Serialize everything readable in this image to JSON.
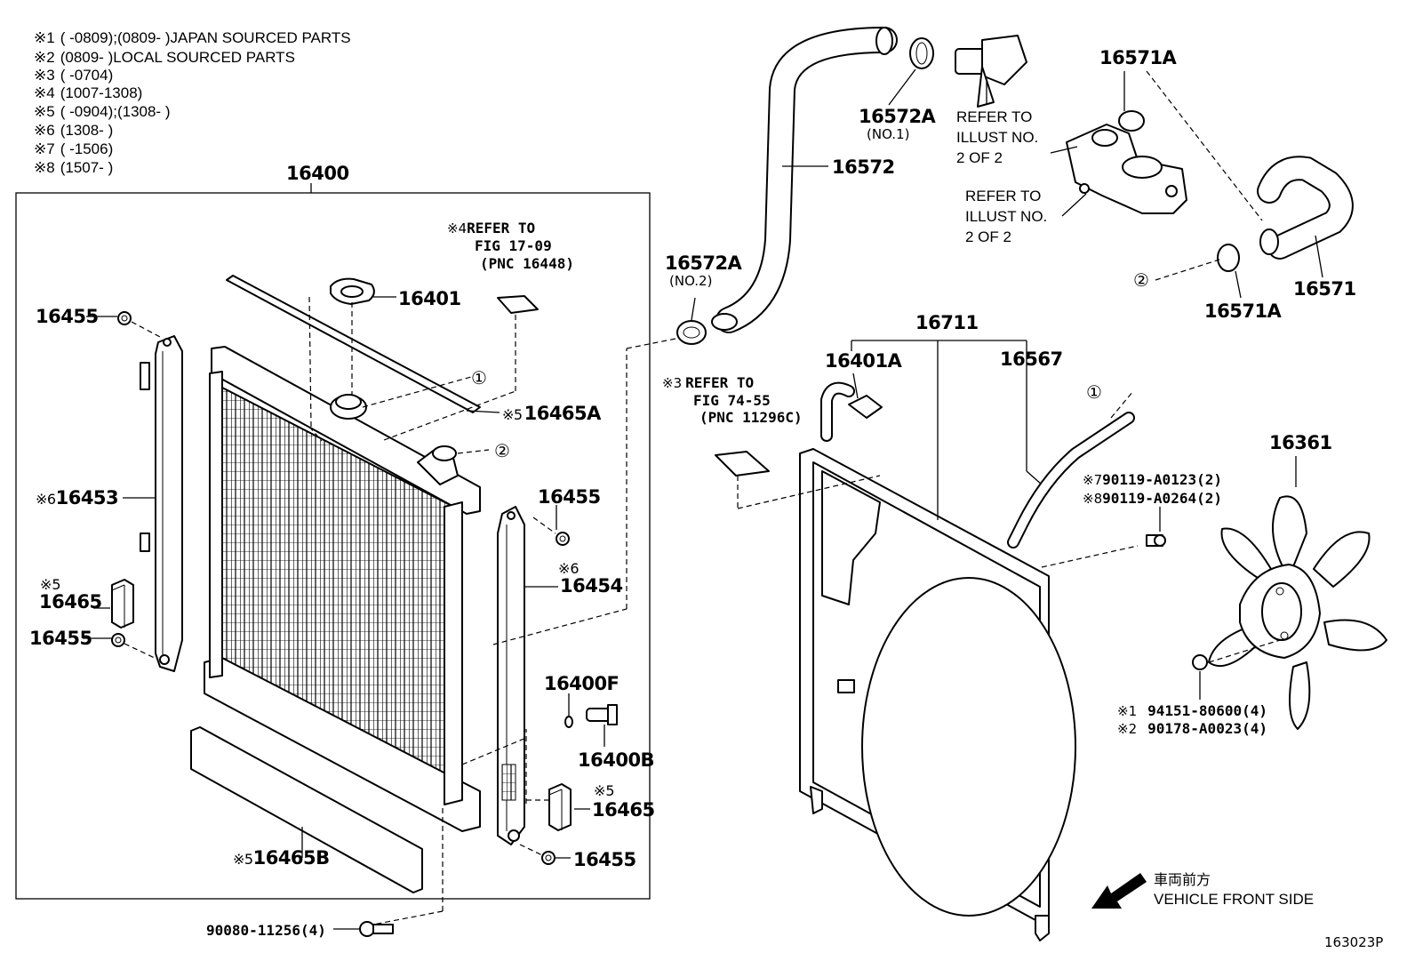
{
  "notes": [
    {
      "mark": "※1",
      "text": "(      -0809);(0809-      )JAPAN SOURCED PARTS"
    },
    {
      "mark": "※2",
      "text": "(0809-      )LOCAL SOURCED PARTS"
    },
    {
      "mark": "※3",
      "text": "(      -0704)"
    },
    {
      "mark": "※4",
      "text": "(1007-1308)"
    },
    {
      "mark": "※5",
      "text": "(      -0904);(1308-      )"
    },
    {
      "mark": "※6",
      "text": "(1308-      )"
    },
    {
      "mark": "※7",
      "text": "(      -1506)"
    },
    {
      "mark": "※8",
      "text": "(1507-      )"
    }
  ],
  "labels": {
    "p16400": "16400",
    "p16401": "16401",
    "p16455a": "16455",
    "p16455b": "16455",
    "p16455c": "16455",
    "p16455d": "16455",
    "p16453": "16453",
    "p16453_mark": "※6",
    "p16465a": "16465",
    "p16465a_mark": "※5",
    "p16465b": "16465",
    "p16465b_mark": "※5",
    "p16465A": "16465A",
    "p16465A_mark": "※5",
    "p16465B": "16465B",
    "p16465B_mark": "※5",
    "p16454": "16454",
    "p16454_mark": "※6",
    "p16400F": "16400F",
    "p16400B": "16400B",
    "p90080": "90080-11256(4)",
    "p16572A1": "16572A",
    "p16572A1_sub": "(NO.1)",
    "p16572A2": "16572A",
    "p16572A2_sub": "(NO.2)",
    "p16572": "16572",
    "p16571A1": "16571A",
    "p16571A2": "16571A",
    "p16571": "16571",
    "p16711": "16711",
    "p16401A": "16401A",
    "p16567": "16567",
    "p16361": "16361",
    "bolt7_mark": "※7",
    "bolt7": "90119-A0123(2)",
    "bolt8_mark": "※8",
    "bolt8": "90119-A0264(2)",
    "nut1_mark": "※1",
    "nut1": "94151-80600(4)",
    "nut2_mark": "※2",
    "nut2": "90178-A0023(4)",
    "circle1": "①",
    "circle2": "②",
    "diagram_id": "163023P"
  },
  "refs": {
    "ref4_mark": "※4",
    "ref4_l1": "REFER TO",
    "ref4_l2": "FIG 17-09",
    "ref4_l3": "(PNC 16448)",
    "ref3_mark": "※3",
    "ref3_l1": "REFER TO",
    "ref3_l2": "FIG 74-55",
    "ref3_l3": "(PNC 11296C)",
    "illus1_l1": "REFER TO",
    "illus1_l2": "ILLUST NO.",
    "illus1_l3": "2 OF 2",
    "illus2_l1": "REFER TO",
    "illus2_l2": "ILLUST NO.",
    "illus2_l3": "2 OF 2"
  },
  "direction": {
    "jp": "車両前方",
    "en": "VEHICLE FRONT SIDE"
  }
}
